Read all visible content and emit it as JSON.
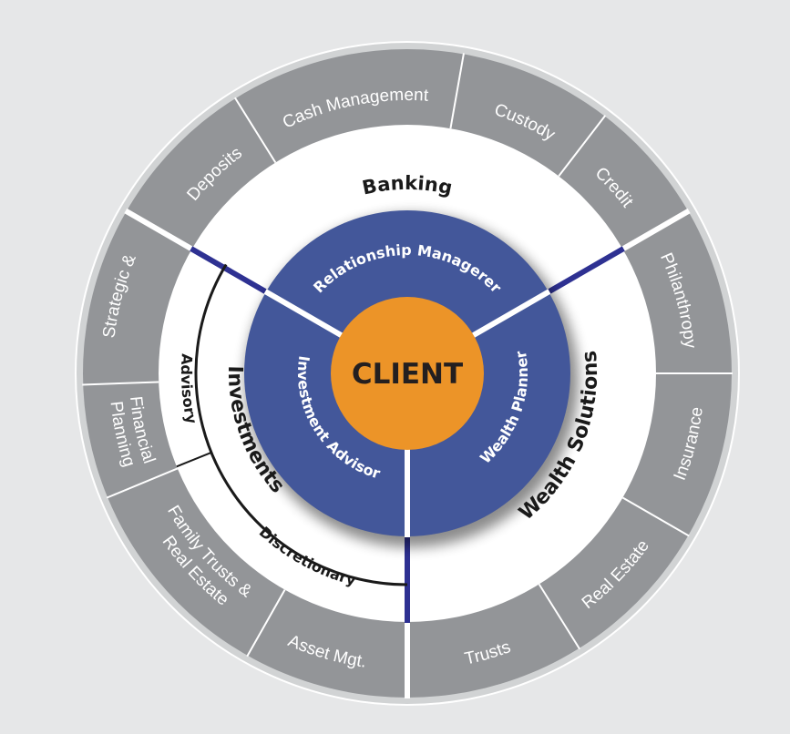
{
  "diagram": {
    "center_label": "CLIENT",
    "roles": [
      {
        "id": "relationship-manager",
        "label": "Relationship Managerer"
      },
      {
        "id": "investment-advisor",
        "label": "Investment Advisor"
      },
      {
        "id": "wealth-planner",
        "label": "Wealth Planner"
      }
    ],
    "groups": [
      {
        "id": "banking",
        "label": "Banking"
      },
      {
        "id": "investments",
        "label": "Investments"
      },
      {
        "id": "wealth-solutions",
        "label": "Wealth Solutions"
      }
    ],
    "investment_subgroups": [
      {
        "id": "advisory",
        "label": "Advisory"
      },
      {
        "id": "discretionary",
        "label": "Discretionary"
      }
    ],
    "services": [
      {
        "id": "deposits",
        "label": "Deposits",
        "group": "banking"
      },
      {
        "id": "cash-management",
        "label": "Cash Management",
        "group": "banking"
      },
      {
        "id": "custody",
        "label": "Custody",
        "group": "banking"
      },
      {
        "id": "credit",
        "label": "Credit",
        "group": "banking"
      },
      {
        "id": "philanthropy",
        "label": "Philanthropy",
        "group": "wealth-solutions"
      },
      {
        "id": "insurance",
        "label": "Insurance",
        "group": "wealth-solutions"
      },
      {
        "id": "real-estate",
        "label": "Real Estate",
        "group": "wealth-solutions"
      },
      {
        "id": "trusts",
        "label": "Trusts",
        "group": "wealth-solutions"
      },
      {
        "id": "asset-mgt",
        "label": "Asset Mgt.",
        "group": "investments"
      },
      {
        "id": "family-trusts",
        "label": [
          "Family Trusts &",
          "Real Estate"
        ],
        "group": "investments"
      },
      {
        "id": "financial-planning",
        "label": [
          "Financial",
          "Planning"
        ],
        "group": "investments"
      },
      {
        "id": "strategic",
        "label": "Strategic &",
        "group": "investments"
      }
    ],
    "colors": {
      "background": "#e6e7e8",
      "outer_band": "#d1d3d4",
      "service_ring": "#939598",
      "group_band": "#ffffff",
      "role_disc": "#43579a",
      "client": "#ec9428",
      "spoke_accent": "#2e3192",
      "text_dark": "#1a1a1a"
    }
  }
}
